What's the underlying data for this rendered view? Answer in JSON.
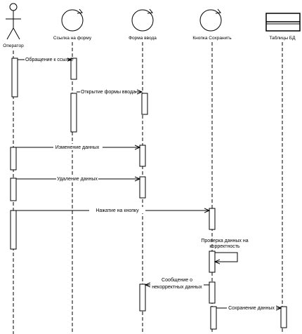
{
  "participants": [
    {
      "id": "operator",
      "kind": "actor",
      "label": "Оператор"
    },
    {
      "id": "link",
      "kind": "control",
      "label": "Ссылка на форму"
    },
    {
      "id": "form",
      "kind": "control",
      "label": "Форма ввода"
    },
    {
      "id": "button",
      "kind": "control",
      "label": "Кнопка Сохранить"
    },
    {
      "id": "db",
      "kind": "entity",
      "label": "Таблицы БД"
    }
  ],
  "messages": [
    {
      "id": "m1",
      "label": "Обращение к ссылке"
    },
    {
      "id": "m2",
      "label": "Открытие формы ввода"
    },
    {
      "id": "m3",
      "label": "Изменение  данных"
    },
    {
      "id": "m4",
      "label": "Удаление данных"
    },
    {
      "id": "m5",
      "label": "Нажатие на кнопку"
    },
    {
      "id": "m6",
      "label_lines": [
        "Проверка данных на",
        "корректность"
      ]
    },
    {
      "id": "m7",
      "label_lines": [
        "Сообщение о",
        "некорректных данных"
      ]
    },
    {
      "id": "m8",
      "label": "Сохранение данных"
    }
  ]
}
